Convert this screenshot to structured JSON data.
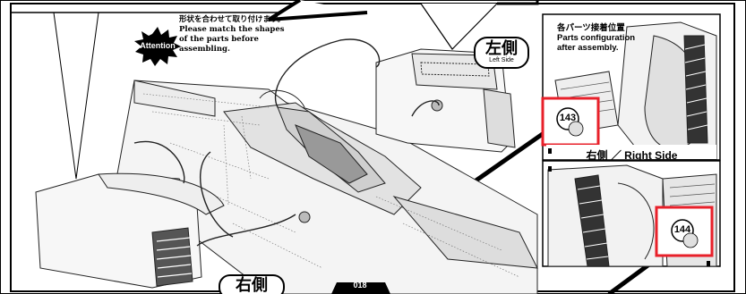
{
  "attention": {
    "badge": "Attention",
    "lines": [
      "形状を合わせて取り付けます。",
      "Please match the shapes",
      "of the parts before",
      "assembling."
    ]
  },
  "left_side": {
    "label_jp": "左側",
    "label_en": "Left Side"
  },
  "right_side_bottom": {
    "label_jp": "右側"
  },
  "inset": {
    "title_lines": [
      "各パーツ接着位置",
      "Parts configuration",
      "after assembly."
    ],
    "right_side_label": "右側 ／ Right Side",
    "part_top": "143",
    "part_bottom": "144",
    "highlight_color": "#e8202a"
  },
  "page_number": "018"
}
